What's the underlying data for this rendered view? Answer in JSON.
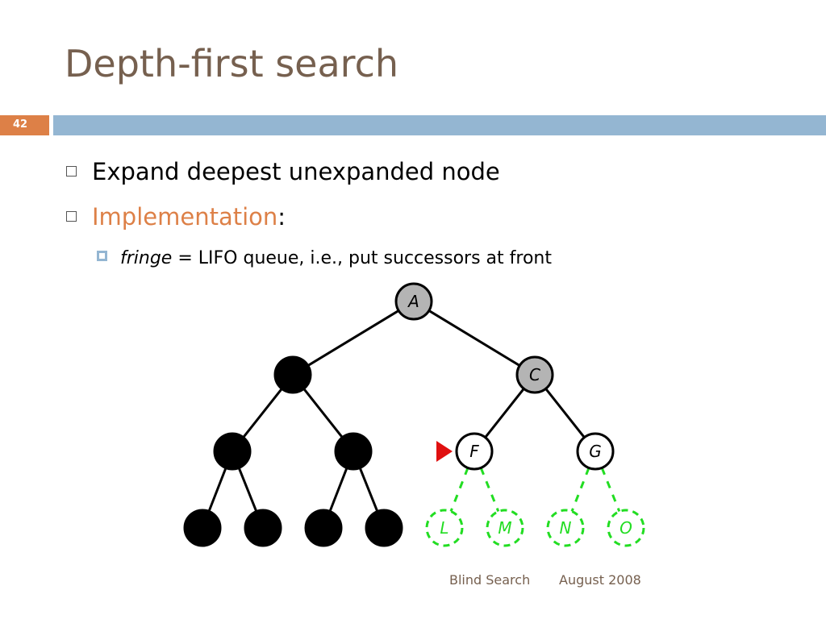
{
  "slide": {
    "title": "Depth-first search",
    "number": "42"
  },
  "bullets": [
    {
      "text": "Expand deepest unexpanded node"
    },
    {
      "accent_text": "Implementation",
      "suffix": ":"
    },
    {
      "italic_text": "fringe",
      "rest": " = LIFO queue, i.e., put successors at front"
    }
  ],
  "tree": {
    "nodes": [
      {
        "id": "a",
        "label": "A",
        "state": "gray"
      },
      {
        "id": "b",
        "label": "",
        "state": "black"
      },
      {
        "id": "c",
        "label": "C",
        "state": "gray"
      },
      {
        "id": "d",
        "label": "",
        "state": "black"
      },
      {
        "id": "e",
        "label": "",
        "state": "black"
      },
      {
        "id": "f",
        "label": "F",
        "state": "white"
      },
      {
        "id": "g",
        "label": "G",
        "state": "white"
      },
      {
        "id": "h",
        "label": "",
        "state": "black"
      },
      {
        "id": "i",
        "label": "",
        "state": "black"
      },
      {
        "id": "j",
        "label": "",
        "state": "black"
      },
      {
        "id": "k",
        "label": "",
        "state": "black"
      },
      {
        "id": "l",
        "label": "L",
        "state": "green-dashed"
      },
      {
        "id": "m",
        "label": "M",
        "state": "green-dashed"
      },
      {
        "id": "n",
        "label": "N",
        "state": "green-dashed"
      },
      {
        "id": "o",
        "label": "O",
        "state": "green-dashed"
      }
    ],
    "colors": {
      "gray": "#b4b4b4",
      "black": "#000000",
      "green": "#22dd22",
      "pointer": "#e01010"
    }
  },
  "footer": {
    "left": "Blind Search",
    "right": "August 2008"
  },
  "colors": {
    "title": "#76604f",
    "accent": "#dd8047",
    "band": "#94b6d2"
  }
}
